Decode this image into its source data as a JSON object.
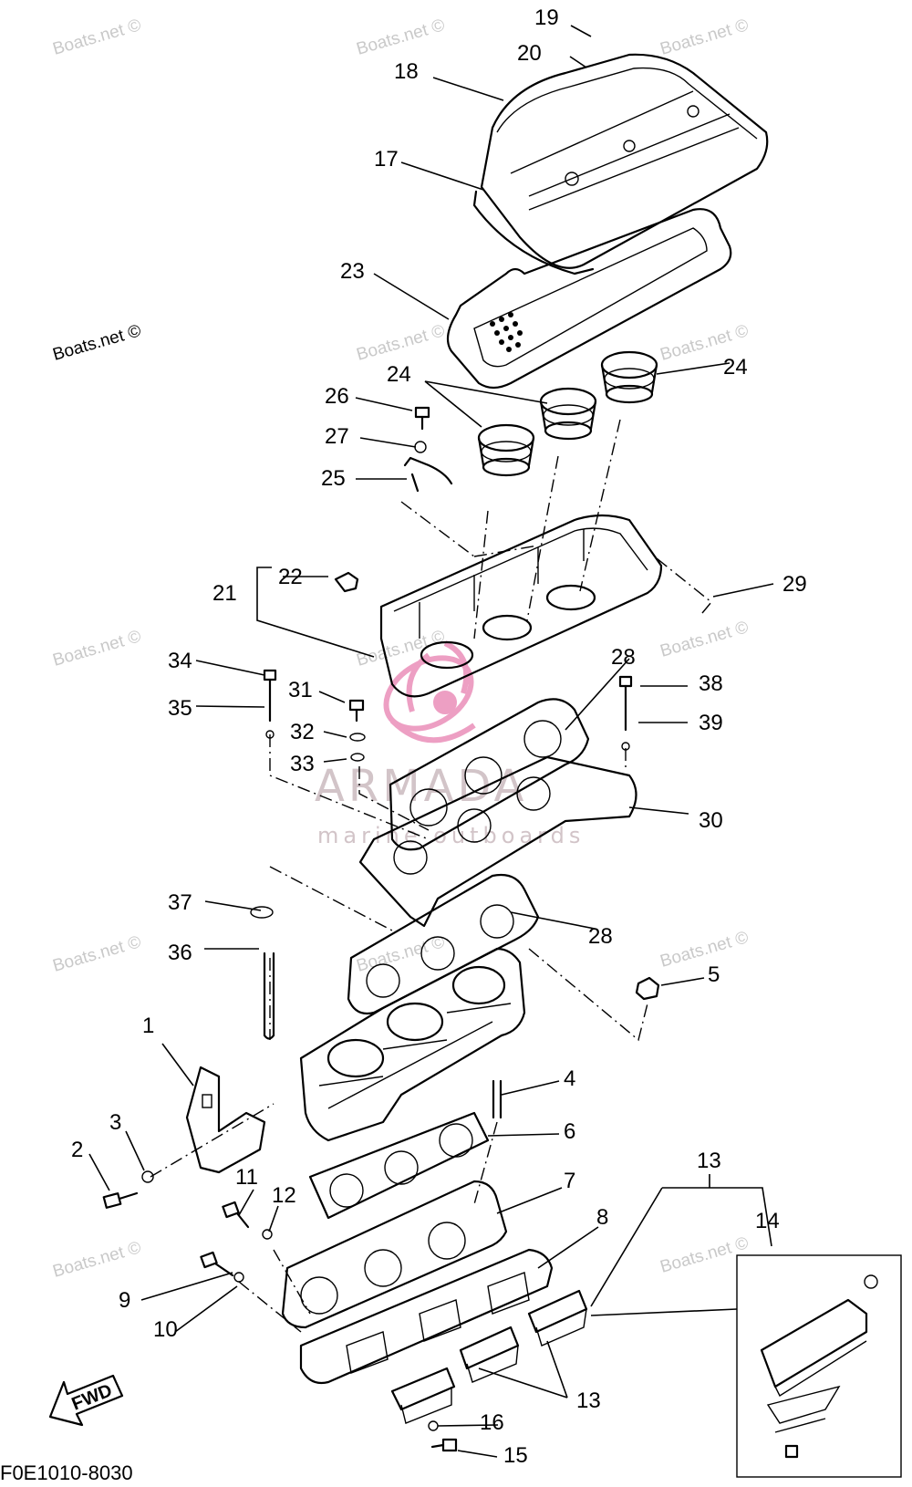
{
  "diagram_code": "F0E1010-8030",
  "watermark": {
    "text": "Boats.net ©"
  },
  "brand": {
    "name": "ARMADA",
    "tagline": "marine outboards",
    "color": "#e77fb0"
  },
  "fwd_label": "FWD",
  "callouts": [
    "1",
    "2",
    "3",
    "4",
    "5",
    "6",
    "7",
    "8",
    "9",
    "10",
    "11",
    "12",
    "13",
    "13",
    "14",
    "15",
    "16",
    "17",
    "18",
    "19",
    "20",
    "21",
    "22",
    "23",
    "24",
    "24",
    "25",
    "26",
    "27",
    "28",
    "28",
    "29",
    "30",
    "31",
    "32",
    "33",
    "34",
    "35",
    "36",
    "37",
    "38",
    "39"
  ]
}
